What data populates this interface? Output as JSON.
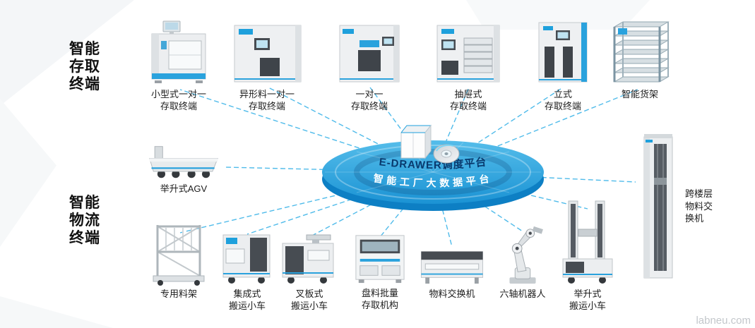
{
  "page": {
    "watermark": "labneu.com"
  },
  "colors": {
    "accent_blue": "#1ea0dc",
    "platform_top": "#2da0e0",
    "platform_side": "#0d7fc4",
    "connector_line": "#3db4e8",
    "panel_dark": "#474c52"
  },
  "sections": {
    "storage": {
      "label": "智能\n存取\n终端"
    },
    "logistics": {
      "label": "智能\n物流\n终端"
    }
  },
  "center": {
    "platform_title": "E-DRAWER调度平台",
    "platform_subtitle": "智能工厂大数据平台",
    "server_icon": "server-box-icon",
    "disc_icon": "data-disc-icon"
  },
  "top_row": [
    {
      "label": "小型式一对一\n存取终端",
      "icon": "small-one-to-one-terminal-icon"
    },
    {
      "label": "异形料一对一\n存取终端",
      "icon": "irregular-material-terminal-icon"
    },
    {
      "label": "一对一\n存取终端",
      "icon": "one-to-one-terminal-icon"
    },
    {
      "label": "抽屉式\n存取终端",
      "icon": "drawer-terminal-icon"
    },
    {
      "label": "立式\n存取终端",
      "icon": "vertical-terminal-icon"
    },
    {
      "label": "智能货架",
      "icon": "smart-shelf-icon"
    }
  ],
  "left_item": {
    "label": "举升式AGV",
    "icon": "lift-agv-icon"
  },
  "right_item": {
    "label": "跨楼层\n物料交\n换机",
    "icon": "cross-floor-exchanger-icon"
  },
  "bottom_row": [
    {
      "label": "专用料架",
      "icon": "special-rack-icon"
    },
    {
      "label": "集成式\n搬运小车",
      "icon": "integrated-cart-icon"
    },
    {
      "label": "叉板式\n搬运小车",
      "icon": "fork-plate-cart-icon"
    },
    {
      "label": "盘料批量\n存取机构",
      "icon": "disc-batch-storage-icon"
    },
    {
      "label": "物料交换机",
      "icon": "material-exchanger-icon"
    },
    {
      "label": "六轴机器人",
      "icon": "six-axis-robot-icon"
    },
    {
      "label": "举升式\n搬运小车",
      "icon": "lift-cart-icon"
    }
  ]
}
